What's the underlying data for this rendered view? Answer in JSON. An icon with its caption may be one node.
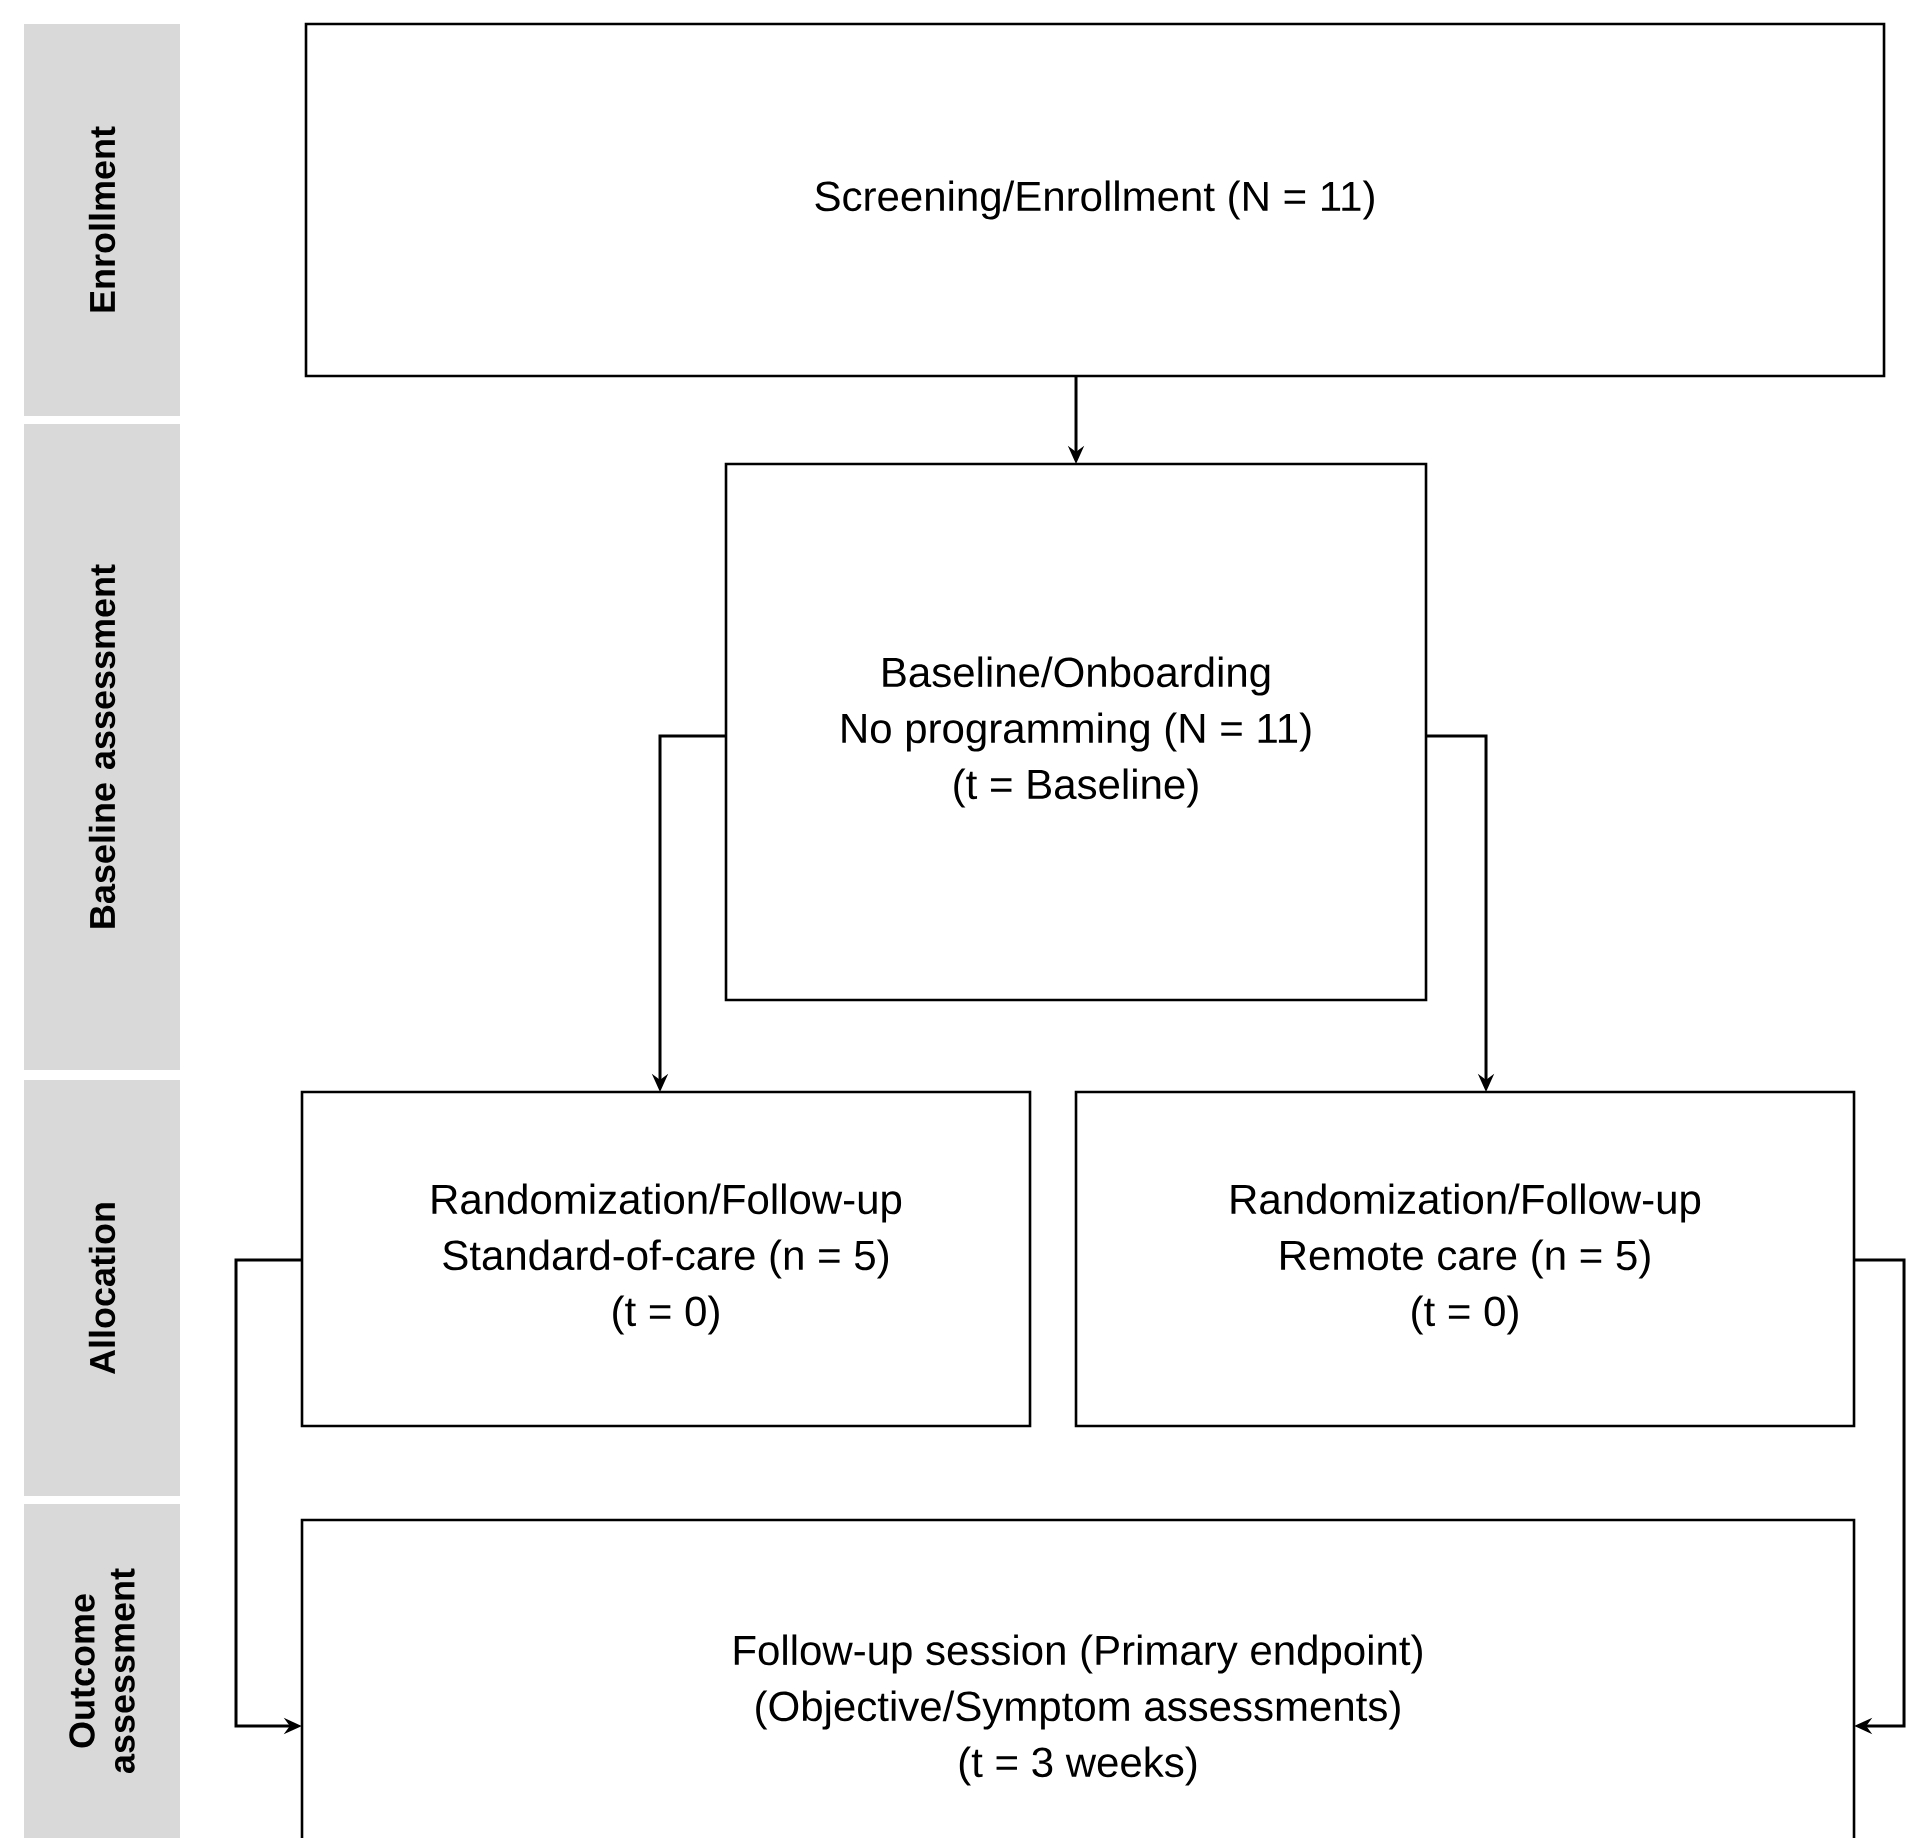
{
  "diagram": {
    "nodes": [
      {
        "text": [
          "Enrollment"
        ]
      },
      {
        "text": [
          "Baseline assessment"
        ]
      },
      {
        "text": [
          "Allocation"
        ]
      },
      {
        "text": [
          "Outcome assessment"
        ]
      },
      {
        "text": [
          "Screening/Enrollment (N = 11)"
        ]
      },
      {
        "text": [
          "Baseline/Onboarding",
          "No programming (N = 11)",
          "(t = Baseline)"
        ]
      },
      {
        "text": [
          "Randomization/Follow-up",
          "Standard-of-care (n = 5)",
          "(t = 0)"
        ]
      },
      {
        "text": [
          "Randomization/Follow-up",
          "Remote care (n = 5)",
          "(t = 0)"
        ]
      },
      {
        "text": [
          "Follow-up session (Primary endpoint)",
          "(Objective/Symptom assessments)",
          "(t = 3 weeks)"
        ]
      }
    ],
    "edges": [
      {
        "from": 4,
        "to": 5,
        "arrow": "to"
      },
      {
        "from": 5,
        "to": 6,
        "arrow": "to"
      },
      {
        "from": 5,
        "to": 7,
        "arrow": "to"
      },
      {
        "from": 6,
        "to": 8,
        "arrow": "to"
      },
      {
        "from": 7,
        "to": 8,
        "arrow": "to"
      }
    ]
  }
}
